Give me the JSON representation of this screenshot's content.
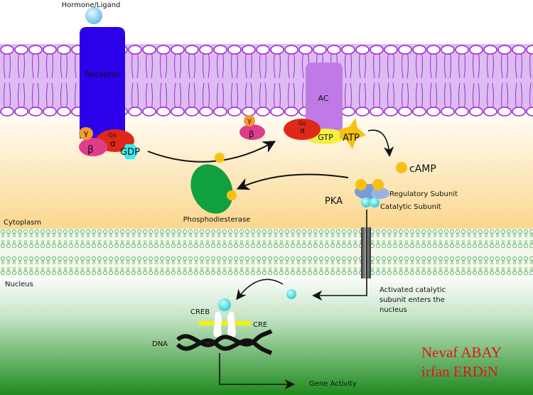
{
  "labels": {
    "hormone": "Hormone/Ligand",
    "receptor": "Receptor",
    "gamma": "γ",
    "beta": "β",
    "gs": "Gs",
    "alpha": "α",
    "gdp": "GDP",
    "ac": "AC",
    "gtp": "GTP",
    "atp": "ATP",
    "camp": "cAMP",
    "pka": "PKA",
    "regulatory": "Regulatory Subunit",
    "catalytic": "Catalytic Subunit",
    "phosphodiesterase": "Phosphodiesterase",
    "cytoplasm": "Cytoplasm",
    "nucleus": "Nucleus",
    "activated_1": "Activated catalytic",
    "activated_2": "subunit enters the",
    "activated_3": "nucleus",
    "creb": "CREB",
    "cre": "CRE",
    "dna": "DNA",
    "gene_activity": "Gene Activity"
  },
  "authors": [
    "Nevaf ABAY",
    "irfan ERDiN"
  ],
  "colors": {
    "membrane": "#dcbcf2",
    "lipid_head": "#a020d0",
    "receptor": "#2c00e8",
    "ligand": "#8fd0f5",
    "gs_alpha": "#e02818",
    "beta": "#e03c8c",
    "gamma": "#f39a2a",
    "gdp": "#33eef0",
    "ac": "#c07ae6",
    "gtp": "#f4f040",
    "atp": "#f8c010",
    "camp": "#f8c010",
    "pde": "#10a040",
    "pka_regulatory": "#7b9ad8",
    "pka_catalytic": "#40e0e8",
    "nuclear_lipid": "#40b050",
    "author_text": "#e8141a"
  }
}
